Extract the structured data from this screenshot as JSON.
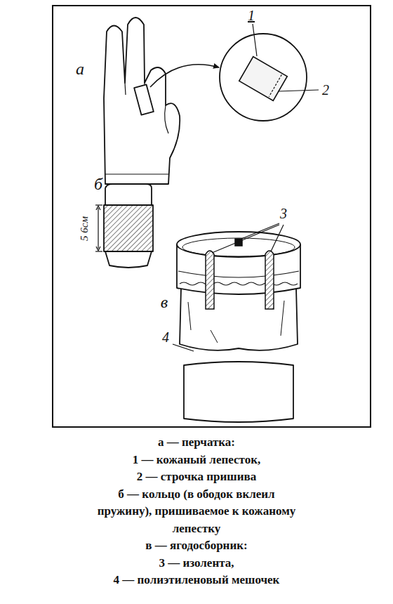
{
  "diagram": {
    "labels": [
      "а",
      "1",
      "2",
      "б",
      "5 6см",
      "3",
      "в",
      "4",
      "а — перчатка:",
      "1 — кожаный лепесток,",
      "2 — строчка пришива",
      "б — кольцо (в ободок вклеил пружину), пришиваемое к кожаному лепестку",
      "в — ягодосборник:",
      "3 — изолента,",
      "4 — полиэтиленовый мешочек"
    ]
  }
}
